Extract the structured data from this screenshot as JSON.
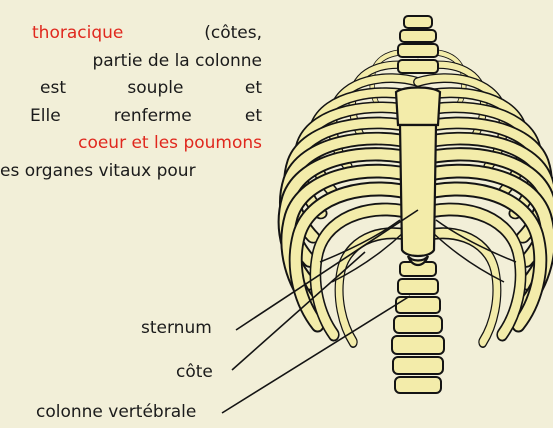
{
  "colors": {
    "background": "#f2efd8",
    "bone_fill": "#f3ecaa",
    "bone_stroke": "#141414",
    "highlight_text": "#e0281e"
  },
  "paragraph": {
    "line1": {
      "highlight": "thoracique",
      "rest": "(côtes,"
    },
    "line2": "partie de la colonne",
    "line3": [
      "est",
      "souple",
      "et"
    ],
    "line4": [
      "Elle",
      "renferme",
      "et"
    ],
    "line5_highlight": "coeur et les poumons",
    "line6": "es organes vitaux pour"
  },
  "labels": {
    "sternum": "sternum",
    "cote": "côte",
    "colonne": "colonne vertébrale"
  }
}
